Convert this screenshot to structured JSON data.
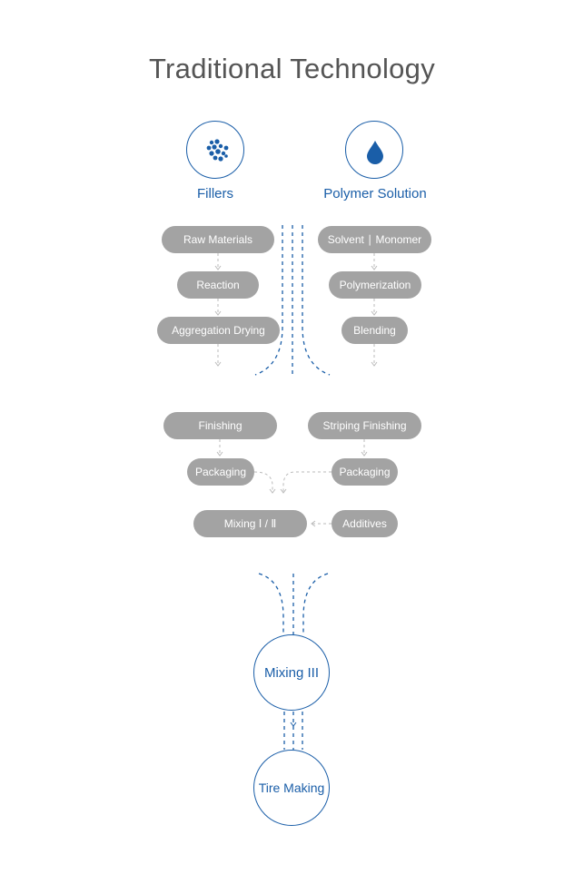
{
  "title": "Traditional Technology",
  "sources": {
    "fillers": {
      "label": "Fillers",
      "icon": "dots-cluster-icon"
    },
    "polymer": {
      "label": "Polymer Solution",
      "icon": "droplet-icon"
    }
  },
  "left_steps": [
    "Raw Materials",
    "Reaction",
    "Aggregation Drying"
  ],
  "right_steps": [
    "Solvent ∣ Monomer",
    "Polymerization",
    "Blending"
  ],
  "middle": {
    "finishing": "Finishing",
    "striping_finishing": "Striping Finishing",
    "packaging_left": "Packaging",
    "packaging_right": "Packaging",
    "mixing": "Mixing Ⅰ / Ⅱ",
    "additives": "Additives"
  },
  "final": {
    "mixing3": "Mixing III",
    "tire": "Tire Making"
  },
  "colors": {
    "accent": "#1a5ea8",
    "pill": "#a3a3a3",
    "connector": "#bbbbbb",
    "title": "#555555"
  }
}
